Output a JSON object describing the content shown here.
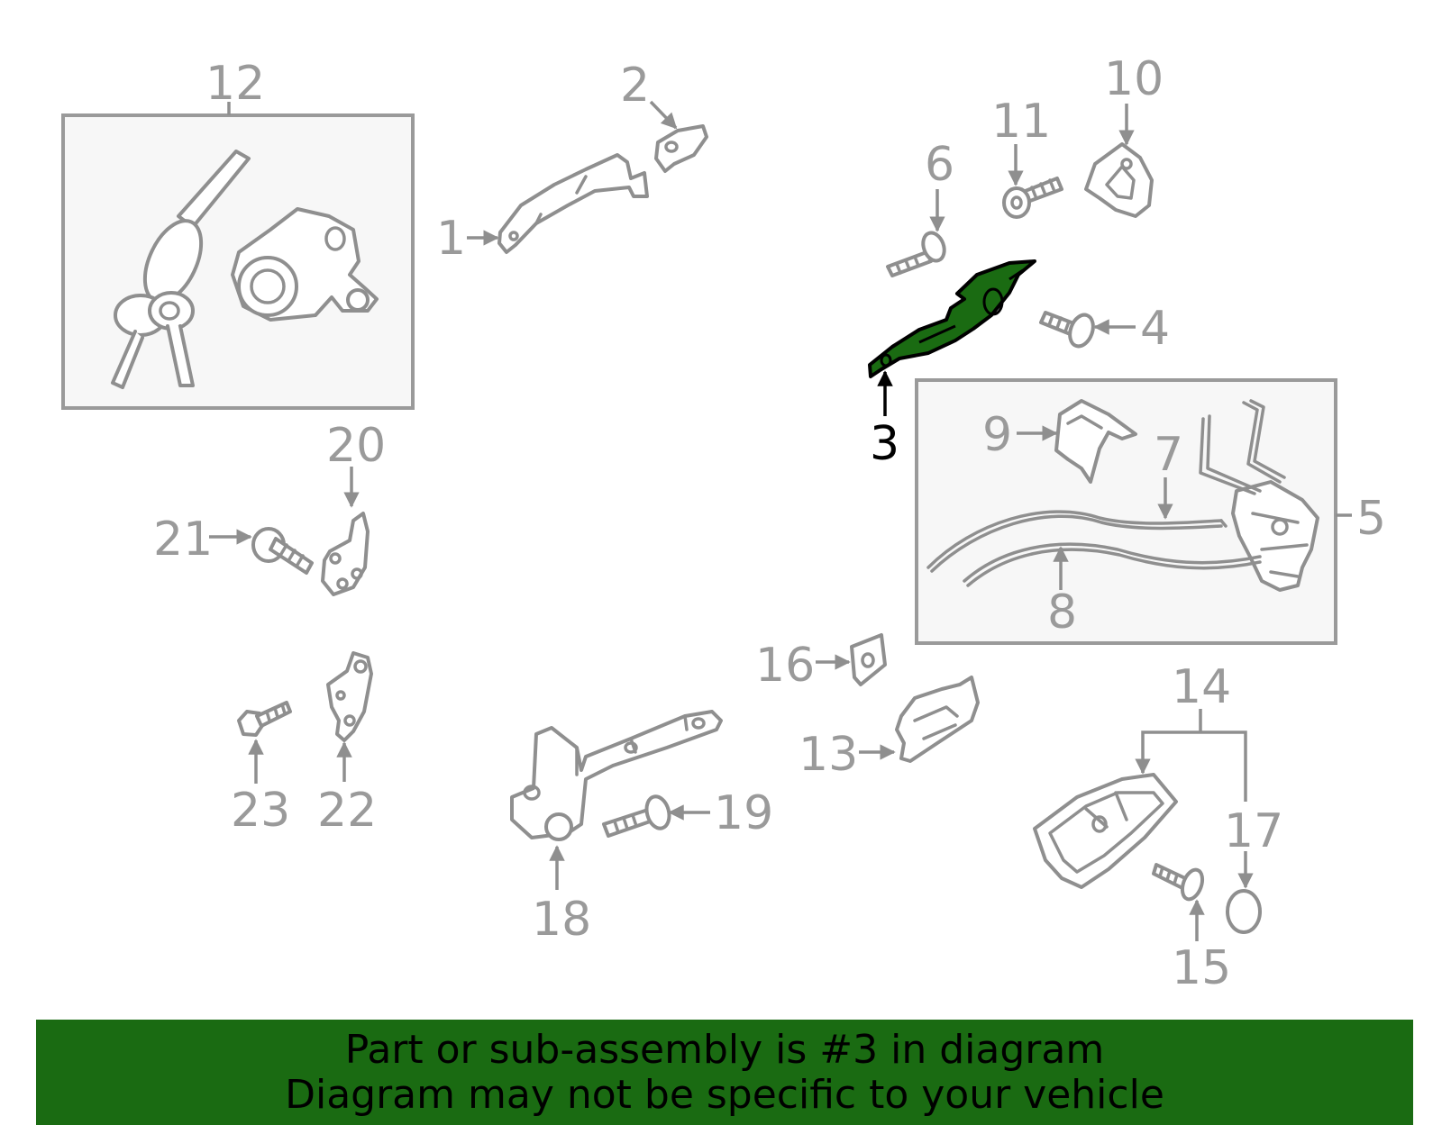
{
  "colors": {
    "line": "#8f8f8f",
    "highlight": "#1a6b12",
    "highlight_text": "#000000",
    "banner_bg": "#1a6b12"
  },
  "callouts": [
    {
      "id": "1",
      "label": "1"
    },
    {
      "id": "2",
      "label": "2"
    },
    {
      "id": "3",
      "label": "3",
      "highlighted": true
    },
    {
      "id": "4",
      "label": "4"
    },
    {
      "id": "5",
      "label": "5"
    },
    {
      "id": "6",
      "label": "6"
    },
    {
      "id": "7",
      "label": "7"
    },
    {
      "id": "8",
      "label": "8"
    },
    {
      "id": "9",
      "label": "9"
    },
    {
      "id": "10",
      "label": "10"
    },
    {
      "id": "11",
      "label": "11"
    },
    {
      "id": "12",
      "label": "12"
    },
    {
      "id": "13",
      "label": "13"
    },
    {
      "id": "14",
      "label": "14"
    },
    {
      "id": "15",
      "label": "15"
    },
    {
      "id": "16",
      "label": "16"
    },
    {
      "id": "17",
      "label": "17"
    },
    {
      "id": "18",
      "label": "18"
    },
    {
      "id": "19",
      "label": "19"
    },
    {
      "id": "20",
      "label": "20"
    },
    {
      "id": "21",
      "label": "21"
    },
    {
      "id": "22",
      "label": "22"
    },
    {
      "id": "23",
      "label": "23"
    }
  ],
  "banner": {
    "line1": "Part or sub-assembly is #3 in diagram",
    "line2": "Diagram may not be specific to your vehicle"
  }
}
